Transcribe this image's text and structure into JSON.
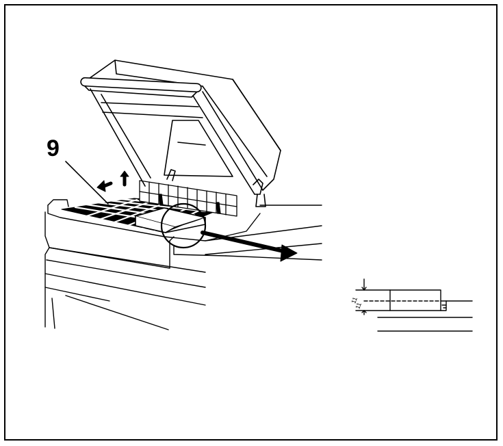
{
  "figure": {
    "callout_label": "9",
    "detail_view_markings": [
      "11",
      "11"
    ]
  }
}
